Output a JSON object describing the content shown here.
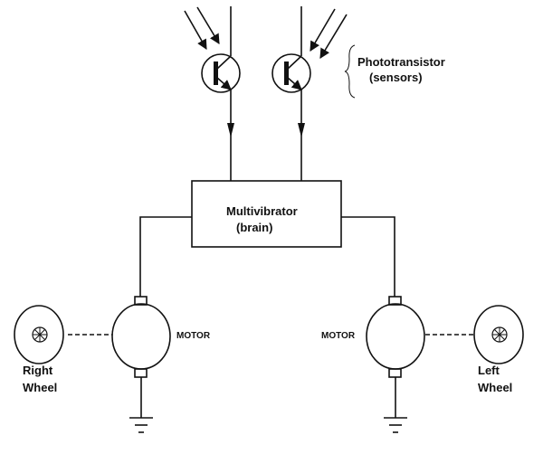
{
  "labels": {
    "sensor_title": "Phototransistor",
    "sensor_sub": "(sensors)",
    "brain_title": "Multivibrator",
    "brain_sub": "(brain)",
    "motor_left": "MOTOR",
    "motor_right": "MOTOR",
    "right_wheel_1": "Right",
    "right_wheel_2": "Wheel",
    "left_wheel_1": "Left",
    "left_wheel_2": "Wheel"
  },
  "colors": {
    "ink": "#111111",
    "background": "#ffffff"
  }
}
